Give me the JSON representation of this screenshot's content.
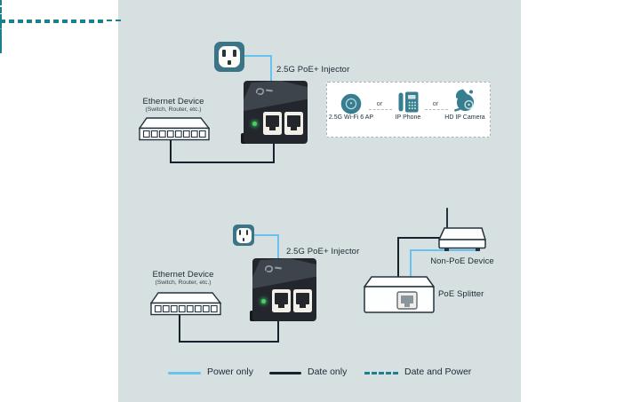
{
  "canvas": {
    "background": "#d6e0e1"
  },
  "colors": {
    "power_line": "#66c3ee",
    "data_line": "#17222e",
    "data_and_power_line": "#1b7f8e",
    "device_icon_teal": "#377f90",
    "outlet_teal": "#3c7487",
    "injector_body": "#23272d",
    "led_green": "#3fd463"
  },
  "top_diagram": {
    "injector_label": "2.5G PoE+ Injector",
    "source_device": {
      "title": "Ethernet Device",
      "subtitle": "(Switch, Router, etc.)"
    },
    "powered_devices": {
      "or_label": "or",
      "items": [
        {
          "label": "2.5G Wi-Fi 6 AP",
          "icon": "wifi-ap-icon"
        },
        {
          "label": "IP Phone",
          "icon": "ip-phone-icon"
        },
        {
          "label": "HD IP Camera",
          "icon": "ip-camera-icon"
        }
      ]
    }
  },
  "bottom_diagram": {
    "injector_label": "2.5G PoE+ Injector",
    "source_device": {
      "title": "Ethernet Device",
      "subtitle": "(Switch, Router, etc.)"
    },
    "non_poe_label": "Non-PoE Device",
    "splitter_label": "PoE Splitter"
  },
  "legend": {
    "items": [
      {
        "label": "Power only",
        "line": "solid-blue"
      },
      {
        "label": "Date only",
        "line": "solid-dark"
      },
      {
        "label": "Date and Power",
        "line": "dashed-teal"
      }
    ]
  }
}
